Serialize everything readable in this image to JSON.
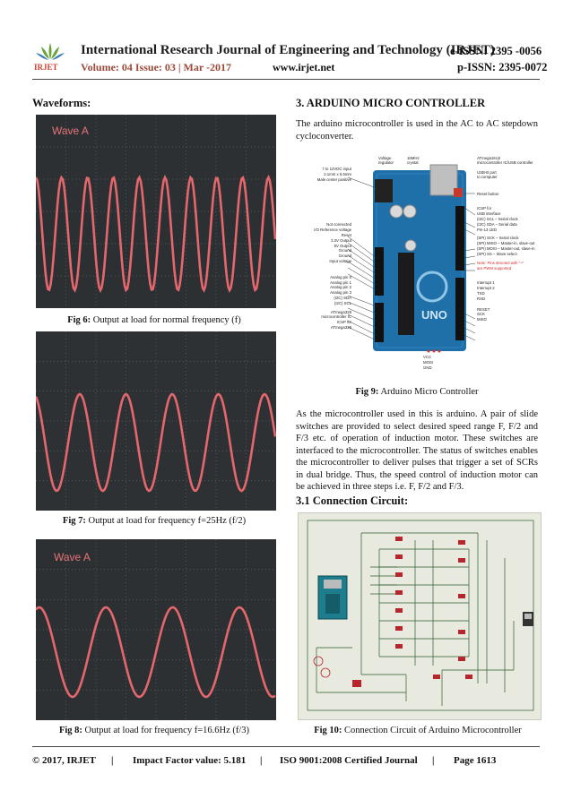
{
  "header": {
    "journal_title": "International Research Journal of Engineering and Technology (IRJET)",
    "e_issn": "e-ISSN: 2395 -0056",
    "volume": "Volume: 04 Issue: 03 | Mar -2017",
    "website": "www.irjet.net",
    "p_issn": "p-ISSN: 2395-0072",
    "logo_text": "IRJET"
  },
  "left_column": {
    "heading": "Waveforms:",
    "scope_label": "Wave A",
    "figures": [
      {
        "label": "Fig 6:",
        "text": " Output at load for normal frequency (f)"
      },
      {
        "label": "Fig 7:",
        "text": " Output at load for frequency f=25Hz (f/2)"
      },
      {
        "label": "Fig 8:",
        "text": " Output at load for frequency f=16.6Hz (f/3)"
      }
    ]
  },
  "right_column": {
    "section_heading": "3. ARDUINO MICRO CONTROLLER",
    "intro": "The arduino microcontroller is used in the AC to AC stepdown cycloconverter.",
    "fig9": {
      "label": "Fig 9:",
      "text": " Arduino Micro Controller"
    },
    "board_labels_left": [
      "7 to 12VDC input",
      "2.1mm x 5.5mm",
      "Male center positive",
      "Not connected",
      "I/O Reference voltage",
      "Reset",
      "3.3V Output",
      "5V Output",
      "Ground",
      "Ground",
      "Input voltage",
      "Analog pin 0",
      "Analog pin 1",
      "Analog pin 2",
      "Analog pin 3",
      "(I2C) SDA",
      "(I2C) SCL",
      "ATmega328",
      "microcontroller IC",
      "ICSP for",
      "ATmega328"
    ],
    "board_labels_top": [
      "Voltage",
      "regulator",
      "16MHz",
      "crystal",
      "ATmega16U2",
      "microcontroller IC/USB controller",
      "USB-B port",
      "to computer"
    ],
    "board_labels_right": [
      "Reset button",
      "ICSP for",
      "USB interface",
      "(I2C) SCL – Serial clock",
      "(I2C) SDA – Serial data",
      "Pin-13 LED",
      "(SPI) SCK – Serial clock",
      "(SPI) MISO – Master-in, slave-out",
      "(SPI) MOSI – Master-out, slave-in",
      "(SPI) SS – Slave select",
      "Note: Pins denoted with \"~\"",
      "are PWM supported",
      "Interrupt 1",
      "Interrupt 2",
      "TXD",
      "RXD",
      "RESET",
      "SCK",
      "MISO"
    ],
    "board_labels_bottom": [
      "VCC",
      "MOSI",
      "GND"
    ],
    "body": "As the microcontroller used in this is arduino. A pair of slide switches are provided to select desired speed range F, F/2 and F/3 etc. of operation of induction motor. These switches are interfaced to the microcontroller. The status of switches enables the microcontroller to deliver pulses that trigger a set of SCRs in dual bridge. Thus, the speed control of induction motor can be achieved in three steps i.e. F, F/2 and F/3.",
    "subsection_heading": "3.1 Connection Circuit:",
    "fig10": {
      "label": "Fig 10:",
      "text": " Connection Circuit of Arduino Microcontroller"
    }
  },
  "footer": {
    "copyright": "© 2017, IRJET",
    "sep": "|",
    "impact": "Impact Factor value: 5.181",
    "iso": "ISO 9001:2008 Certified Journal",
    "page": "Page 1613"
  }
}
